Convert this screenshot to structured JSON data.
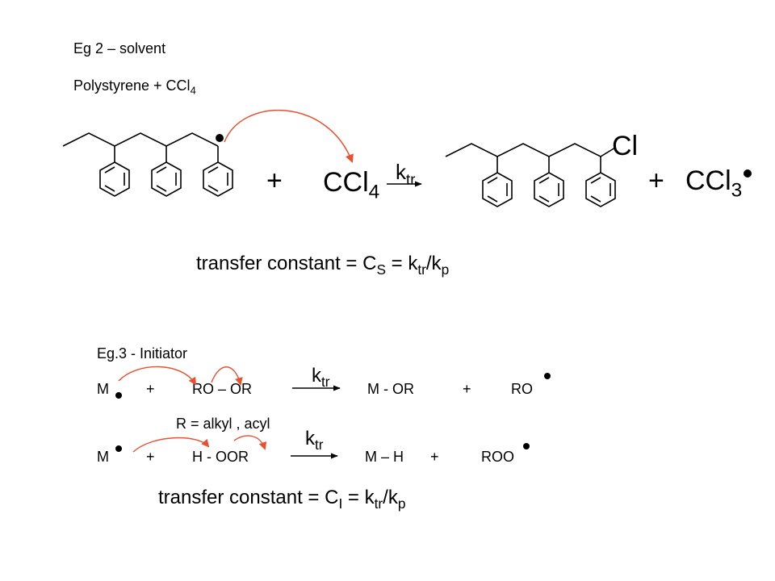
{
  "example2": {
    "title": "Eg 2 – solvent",
    "subtitle_main": "Polystyrene + CCl",
    "subtitle_sub": "4",
    "plus1": "+",
    "reagent_main": "CCl",
    "reagent_sub": "4",
    "k_main": "k",
    "k_sub": "tr",
    "product_cl": "Cl",
    "plus2": "+",
    "product2_main": "CCl",
    "product2_sub": "3",
    "tc_prefix": "transfer constant = C",
    "tc_sub1": "S",
    "tc_mid": " = k",
    "tc_sub2": "tr",
    "tc_mid2": "/k",
    "tc_sub3": "p"
  },
  "example3": {
    "title": "Eg.3 - Initiator",
    "row1": {
      "m": "M",
      "plus1": "+",
      "reagent": "RO – OR",
      "k_main": "k",
      "k_sub": "tr",
      "product": "M - OR",
      "plus2": "+",
      "radical": "RO"
    },
    "note": "R = alkyl , acyl",
    "row2": {
      "m": "M",
      "plus1": "+",
      "reagent": "H - OOR",
      "k_main": "k",
      "k_sub": "tr",
      "product": "M – H",
      "plus2": "+",
      "radical": "ROO"
    },
    "tc_prefix": "transfer constant = C",
    "tc_sub1": "I",
    "tc_mid": " = k",
    "tc_sub2": "tr",
    "tc_mid2": "/k",
    "tc_sub3": "p"
  },
  "colors": {
    "curved_arrow": "#e8502f",
    "ink": "#000000"
  },
  "icons": [
    "benzene-ring",
    "radical-dot",
    "curved-electron-arrow",
    "reaction-arrow"
  ]
}
